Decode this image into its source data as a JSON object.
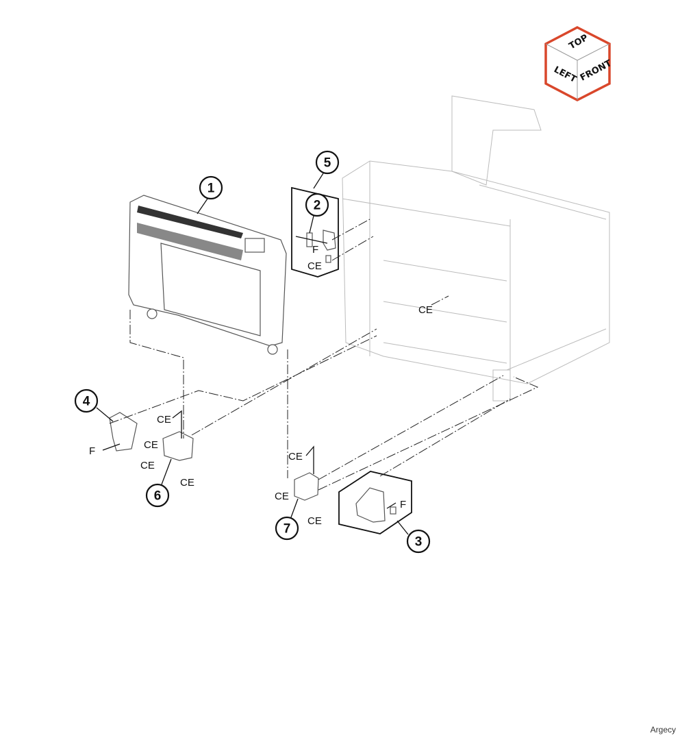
{
  "orientation_cube": {
    "top": "TOP",
    "left": "LEFT",
    "front": "FRONT",
    "border_color": "#d9472b"
  },
  "callouts": [
    "1",
    "2",
    "3",
    "4",
    "5",
    "6",
    "7"
  ],
  "labels": {
    "ce": "CE",
    "f": "F"
  },
  "watermark": "Argecy"
}
